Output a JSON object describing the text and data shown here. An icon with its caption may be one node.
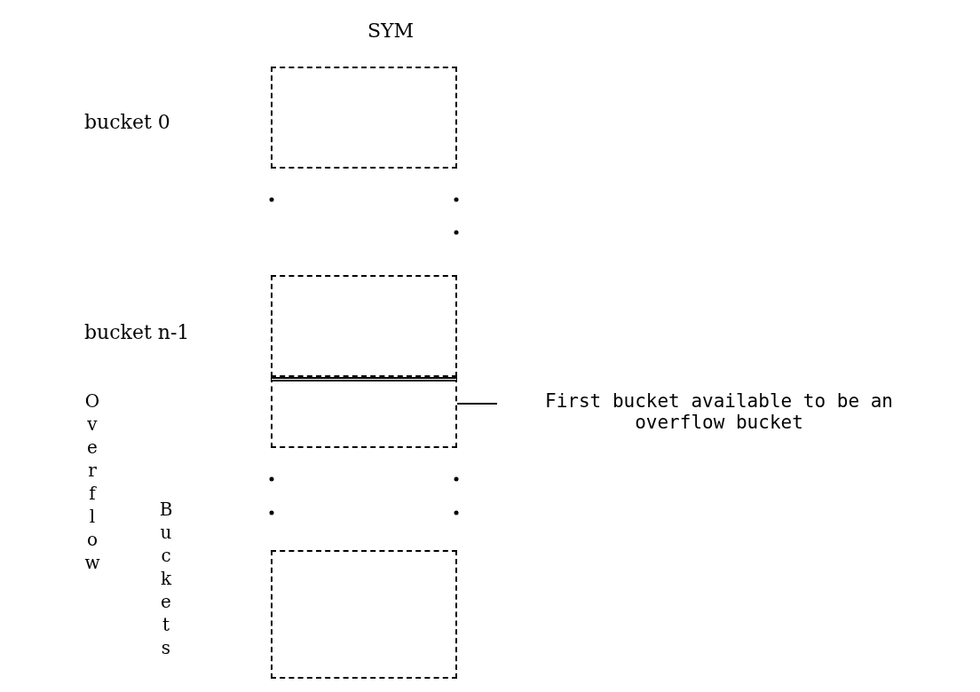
{
  "diagram": {
    "title": "SYM",
    "nodes": [
      {
        "text": [],
        "shape": "box"
      },
      {
        "text": [],
        "shape": "box"
      },
      {
        "text": [],
        "shape": "box"
      },
      {
        "text": [
          "First bucket available to be an overflow bucket"
        ]
      },
      {
        "text": [],
        "shape": "box"
      }
    ],
    "edges": [
      {
        "from": 3,
        "to": 2,
        "arrow": "none"
      }
    ],
    "labels": [
      "bucket 0",
      "bucket n-1",
      "Overflow",
      "Buckets"
    ]
  }
}
